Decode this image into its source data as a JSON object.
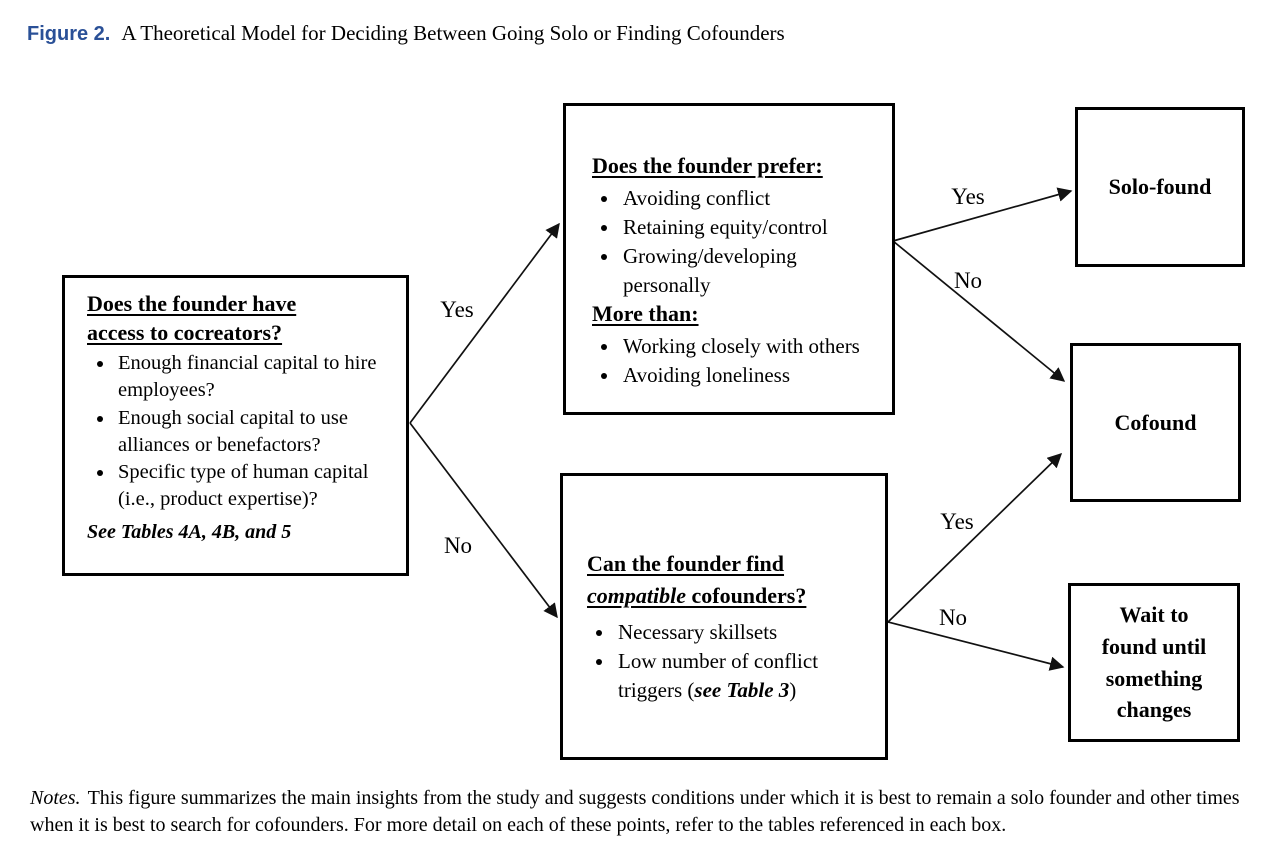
{
  "title": {
    "label": "Figure 2.",
    "text": "A Theoretical Model for Deciding Between Going Solo or Finding Cofounders"
  },
  "colors": {
    "figure_label": "#2a5097",
    "line": "#111111",
    "box_border": "#000000",
    "background": "#ffffff"
  },
  "boxes": {
    "access": {
      "heading_line1": "Does the founder have",
      "heading_line2": "access to cocreators?",
      "bullets": [
        "Enough financial capital to hire employees?",
        "Enough social capital to use alliances or benefactors?",
        "Specific type of human capital (i.e., product expertise)?"
      ],
      "footnote": "See Tables 4A, 4B, and 5"
    },
    "prefer": {
      "heading1": "Does the founder prefer:",
      "bullets1": [
        "Avoiding conflict",
        "Retaining equity/control",
        "Growing/developing personally"
      ],
      "heading2": "More than:",
      "bullets2": [
        "Working closely with others",
        "Avoiding loneliness"
      ]
    },
    "compatible": {
      "heading_line1": "Can the founder find",
      "heading_line2_italic": "compatible",
      "heading_line2_rest": " cofounders?",
      "bullet1": "Necessary skillsets",
      "bullet2_prefix": "Low number of conflict triggers (",
      "bullet2_italic": "see Table 3",
      "bullet2_suffix": ")"
    },
    "outcomes": {
      "solo": "Solo-found",
      "cofound": "Cofound",
      "wait": "Wait to found until something changes"
    }
  },
  "edges": [
    {
      "from": "access-box",
      "to": "prefer-box",
      "label": "Yes"
    },
    {
      "from": "access-box",
      "to": "compatible-box",
      "label": "No"
    },
    {
      "from": "prefer-box",
      "to": "solo-found-box",
      "label": "Yes"
    },
    {
      "from": "prefer-box",
      "to": "cofound-box",
      "label": "No"
    },
    {
      "from": "compatible-box",
      "to": "cofound-box",
      "label": "Yes"
    },
    {
      "from": "compatible-box",
      "to": "wait-box",
      "label": "No"
    }
  ],
  "notes": {
    "label": "Notes.",
    "text": "This figure summarizes the main insights from the study and suggests conditions under which it is best to remain a solo founder and other times when it is best to search for cofounders. For more detail on each of these points, refer to the tables referenced in each box."
  }
}
